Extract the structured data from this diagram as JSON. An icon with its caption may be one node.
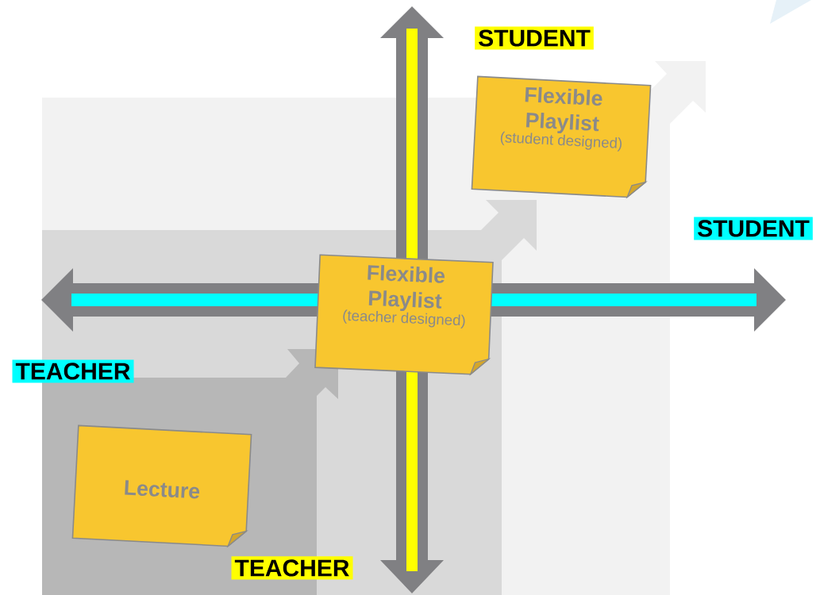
{
  "diagram": {
    "nodes": [
      {
        "text": [
          "Flexible Playlist",
          "(student designed)"
        ]
      },
      {
        "text": [
          "Flexible Playlist",
          "(teacher designed)"
        ]
      },
      {
        "text": [
          "Lecture"
        ]
      }
    ],
    "labels": [
      "STUDENT",
      "STUDENT",
      "TEACHER",
      "TEACHER"
    ]
  }
}
